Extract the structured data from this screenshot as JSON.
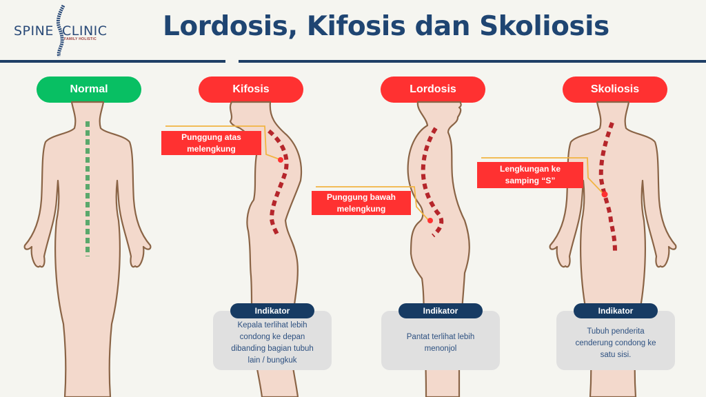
{
  "logo": {
    "word1": "SPINE",
    "word2": "CLINIC",
    "subtitle": "FAMILY HOLISTIC"
  },
  "title": "Lordosis, Kifosis dan Skoliosis",
  "colors": {
    "background": "#f5f5f0",
    "title": "#1f4572",
    "normal_pill": "#08bf63",
    "condition_pill": "#ff3131",
    "skin": "#f3d9cc",
    "skin_outline": "#8a6446",
    "spine_normal": "#5aa86c",
    "spine_abnormal": "#b5262b",
    "indicator_badge": "#173b63",
    "indicator_box": "#e0e0e0",
    "leader_line": "#f2b441"
  },
  "panels": [
    {
      "label": "Normal",
      "status": "normal"
    },
    {
      "label": "Kifosis",
      "status": "abnormal",
      "callout": {
        "line1": "Punggung atas",
        "line2": "melengkung"
      },
      "indicator": {
        "label": "Indikator",
        "text_lines": [
          "Kepala terlihat lebih",
          "condong ke depan",
          "dibanding bagian tubuh",
          "lain / bungkuk"
        ]
      }
    },
    {
      "label": "Lordosis",
      "status": "abnormal",
      "callout": {
        "line1": "Punggung bawah",
        "line2": "melengkung"
      },
      "indicator": {
        "label": "Indikator",
        "text_lines": [
          "Pantat terlihat lebih",
          "menonjol"
        ]
      }
    },
    {
      "label": "Skoliosis",
      "status": "abnormal",
      "callout": {
        "line1": "Lengkungan ke",
        "line2": "samping “S”"
      },
      "indicator": {
        "label": "Indikator",
        "text_lines": [
          "Tubuh penderita",
          "cenderung condong ke",
          "satu sisi."
        ]
      }
    }
  ]
}
